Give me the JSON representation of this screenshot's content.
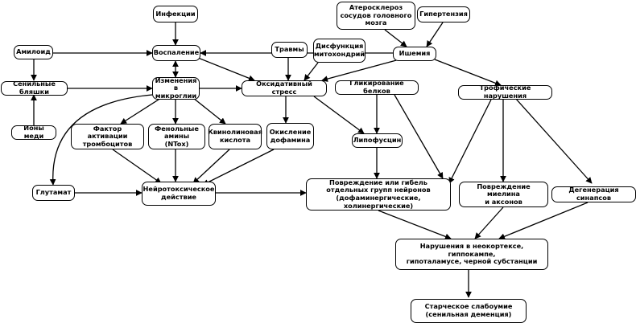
{
  "nodes": {
    "infections": "Инфекции",
    "atherosclerosis": "Атеросклероз\nсосудов головного\nмозга",
    "hypertension": "Гипертензия",
    "amyloid": "Амилоид",
    "inflammation": "Воспаление",
    "trauma": "Травмы",
    "mito_dysfunction": "Дисфункция\nмитохондрий",
    "ischemia": "Ишемия",
    "senile_plaques": "Сенильные бляшки",
    "microglia_changes": "Изменения\nв микроглии",
    "oxidative_stress": "Оксидативный стресс",
    "protein_glycation": "Гликирование белков",
    "trophic_disorders": "Трофические нарушения",
    "copper_ions": "Ионы меди",
    "paf": "Фактор активации\nтромбоцитов",
    "phenol_amines": "Фенольные\nамины (NTox)",
    "quinolinic_acid": "Квинолиновая\nкислота",
    "dopamine_oxidation": "Окисление\nдофамина",
    "lipofuscin": "Липофусцин",
    "glutamate": "Глутамат",
    "neurotoxic": "Нейротоксическое\nдействие",
    "neuron_damage": "Повреждение или гибель\nотдельных групп нейронов\n(дофаминергические, холинергические)",
    "myelin_damage": "Повреждение миелина\nи аксонов",
    "synapse_degeneration": "Дегенерация синапсов",
    "brain_regions": "Нарушения в неокортексе, гиппокампе,\nгипоталамусе, черной субстанции",
    "senile_dementia": "Старческое слабоумие\n(сенильная деменция)"
  }
}
